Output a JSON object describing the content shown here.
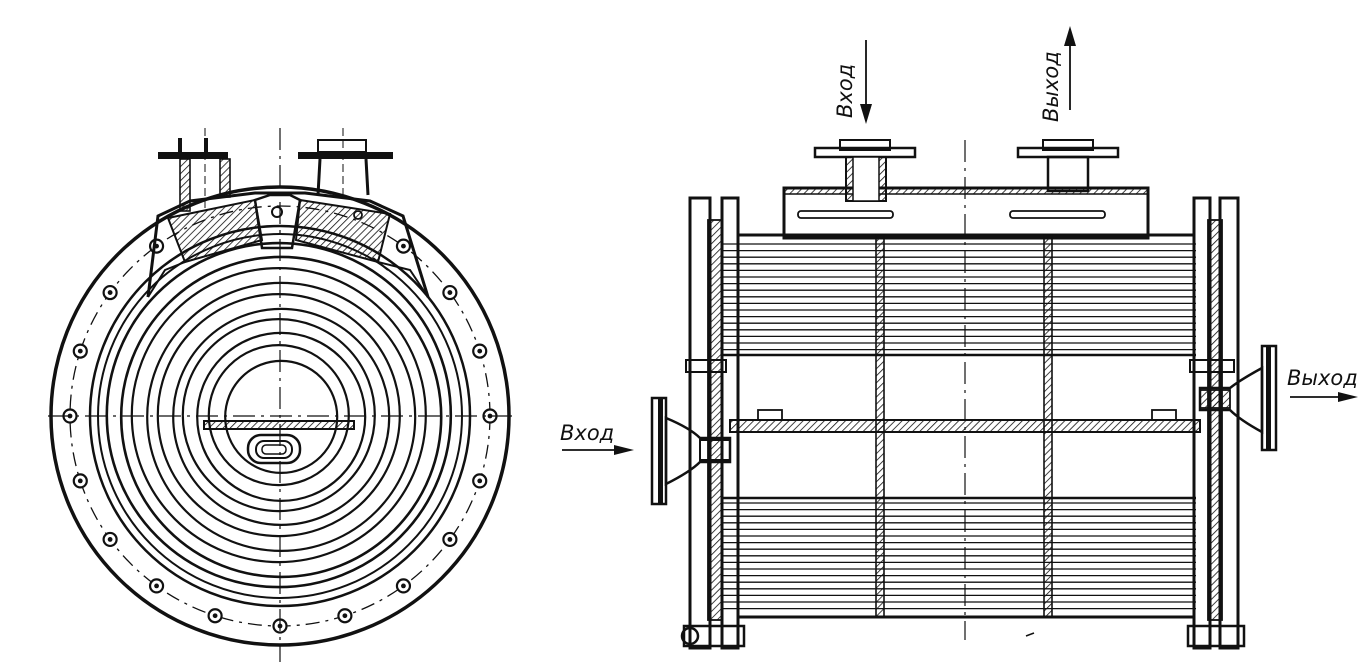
{
  "labels": {
    "top_inlet": "Вход",
    "top_outlet": "Выход",
    "side_inlet": "Вход",
    "side_outlet": "Выход"
  },
  "colors": {
    "ink": "#111111",
    "paper": "#ffffff"
  }
}
